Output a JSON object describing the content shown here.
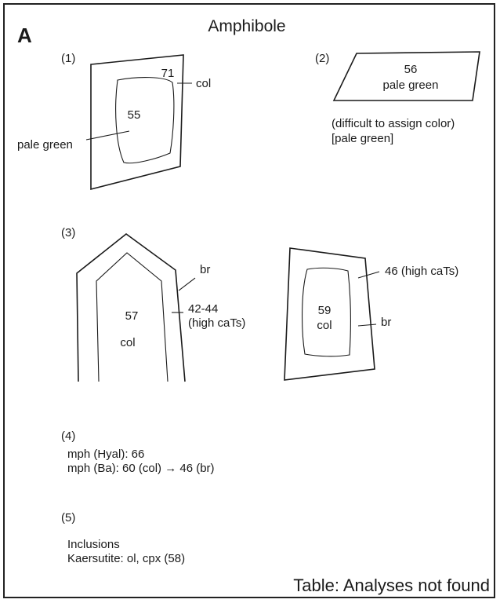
{
  "panel_letter": "A",
  "title": "Amphibole",
  "section1": {
    "number": "(1)",
    "core_value": "55",
    "rim_value": "71",
    "rim_label": "col",
    "core_label": "pale green"
  },
  "section2": {
    "number": "(2)",
    "value": "56",
    "color": "pale green",
    "note_line1": "(difficult to assign color)",
    "note_line2": "[pale green]"
  },
  "section3": {
    "number": "(3)",
    "crystal_a": {
      "core_value": "57",
      "core_label": "col",
      "rim_label": "br",
      "rim_value": "42-44",
      "rim_note": "(high caTs)"
    },
    "crystal_b": {
      "core_value": "59",
      "core_label": "col",
      "rim_value_label": "46 (high caTs)",
      "rim_label": "br"
    }
  },
  "section4": {
    "number": "(4)",
    "line1": "mph (Hyal): 66",
    "line2": "mph (Ba): 60 (col) → 46 (br)"
  },
  "section5": {
    "number": "(5)",
    "line1": "Inclusions",
    "line2": "Kaersutite: ol, cpx (58)"
  },
  "footer": "Table: Analyses not found"
}
